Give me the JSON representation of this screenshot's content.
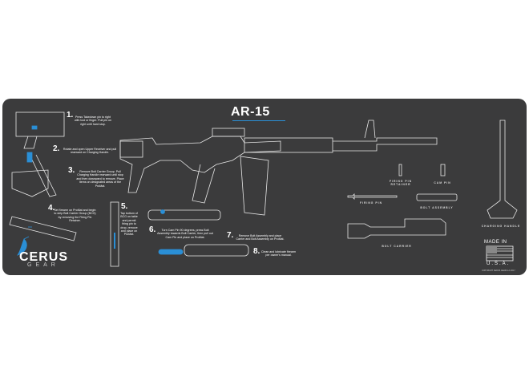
{
  "title": "AR-15",
  "brand": {
    "name": "CERUS",
    "sub": "GEAR",
    "accent_color": "#2a8fd6"
  },
  "mat_color": "#3b3b3c",
  "steps": [
    {
      "num": "1.",
      "text": "Press Takedown pin to right with tool or finger. Pull pin on right until hard stop."
    },
    {
      "num": "2.",
      "text": "Rotate and open Upper Receiver and pull rearward on Charging Handle."
    },
    {
      "num": "3.",
      "text": "Remove Bolt Carrier Group. Pull Charging Handle rearward until stop and then downward to remove. Place items on designated areas of the ProMat."
    },
    {
      "num": "4.",
      "text": "Set firearm on ProMat and begin to strip Bolt Carrier Group (BCG) by removing the Firing Pin Retainer."
    },
    {
      "num": "5.",
      "text": "Tap bottom of BCG on table and permit firing pin to drop, remove and place on ProMat."
    },
    {
      "num": "6.",
      "text": "Turn Cam Pin 90 degrees, press Bolt Assembly towards Bolt Carrier, then pull out Cam Pin and place on ProMat."
    },
    {
      "num": "7.",
      "text": "Remove Bolt Assembly and place Carrier and Bolt Assembly on ProMat."
    },
    {
      "num": "8.",
      "text": "Clean and lubricate firearm per owner's manual."
    }
  ],
  "parts": {
    "firing_pin_retainer": "FIRING PIN RETAINER",
    "cam_pin": "CAM PIN",
    "firing_pin": "FIRING PIN",
    "bolt_assembly": "BOLT ASSEMBLY",
    "bolt_carrier": "BOLT CARRIER",
    "charging_handle": "CHARGING HANDLE"
  },
  "made_in": {
    "line1": "MADE IN",
    "line2": "U.S.A."
  },
  "copyright": "COPYRIGHT CERUS GEAR LLC 2017"
}
